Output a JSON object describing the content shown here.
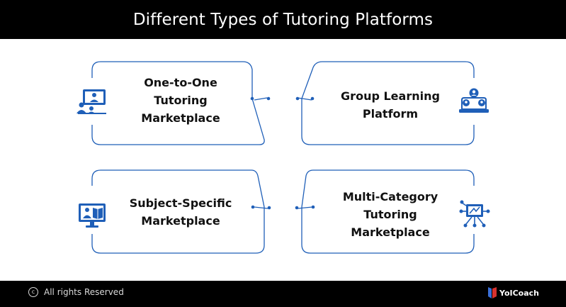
{
  "title": "Different Types of Tutoring Platforms",
  "cards": [
    {
      "line1": "One-to-One",
      "line2": "Tutoring",
      "line3": "Marketplace",
      "icon": "video-tutoring-icon"
    },
    {
      "line1": "Group Learning",
      "line2": "Platform",
      "icon": "group-learning-icon"
    },
    {
      "line1": "Subject-Specific",
      "line2": "Marketplace",
      "icon": "computer-subject-icon"
    },
    {
      "line1": "Multi-Category",
      "line2": "Tutoring",
      "line3": "Marketplace",
      "icon": "multi-category-network-icon"
    }
  ],
  "footer": {
    "copyright_symbol": "c",
    "rights": "All rights Reserved",
    "brand": "YoICoach"
  },
  "colors": {
    "accent": "#1f5fb8",
    "header_bg": "#000000",
    "footer_bg": "#000000"
  }
}
